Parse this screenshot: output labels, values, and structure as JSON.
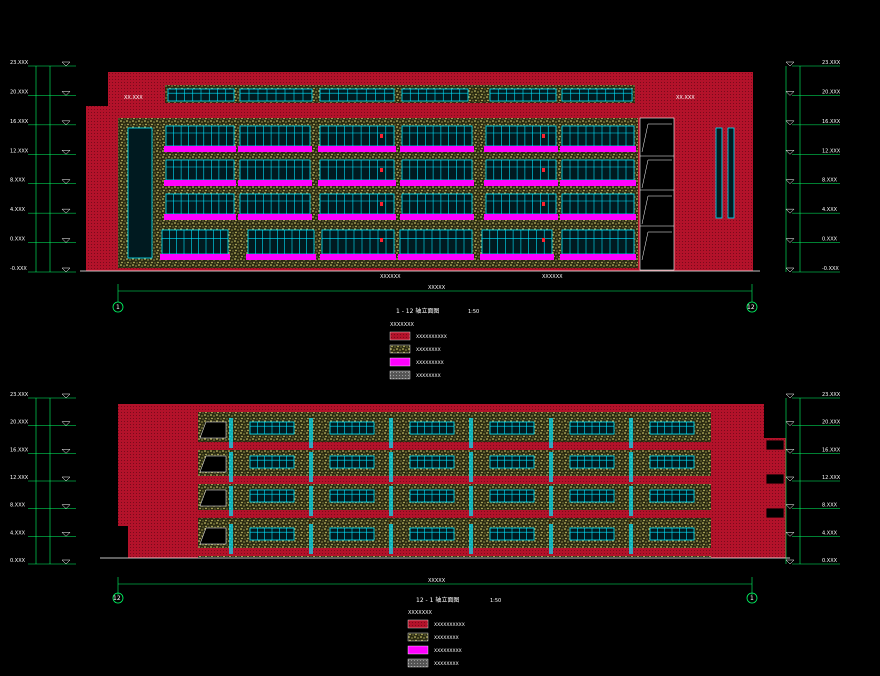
{
  "colors": {
    "background": "#000000",
    "wall_red": "#b3122a",
    "wall_red_dark": "#7a0a1b",
    "stucco_yellow": "#e8e07a",
    "glass_cyan": "#00e6ff",
    "band_magenta": "#ff00ff",
    "stone_grey": "#7a7a7a",
    "dim_green": "#00ff66",
    "dim_red": "#ff2030",
    "line_white": "#ffffff"
  },
  "top": {
    "title": "1 - 12 轴立面图",
    "scale": "1:50",
    "overall_dim": "XXXXX",
    "axis_left": "1",
    "axis_right": "12",
    "roof_label_left": "XX.XXX",
    "roof_label_right": "XX.XXX",
    "tag_left": "XXXXXX",
    "tag_right": "XXXXXX",
    "left_elevations": [
      "23.XXX",
      "20.XXX",
      "16.XXX",
      "12.XXX",
      "8.XXX",
      "4.XXX",
      "0.XXX",
      "-0.XXX"
    ],
    "right_elevations": [
      "23.XXX",
      "20.XXX",
      "16.XXX",
      "12.XXX",
      "8.XXX",
      "4.XXX",
      "0.XXX",
      "-0.XXX"
    ],
    "legend_heading": "XXXXXXX",
    "legend": [
      {
        "label": "XXXXXXXXXX"
      },
      {
        "label": "XXXXXXXX"
      },
      {
        "label": "XXXXXXXXX"
      },
      {
        "label": "XXXXXXXX"
      }
    ]
  },
  "bottom": {
    "title": "12 - 1 轴立面图",
    "scale": "1:50",
    "overall_dim": "XXXXX",
    "axis_left": "12",
    "axis_right": "1",
    "left_elevations": [
      "23.XXX",
      "20.XXX",
      "16.XXX",
      "12.XXX",
      "8.XXX",
      "4.XXX",
      "0.XXX"
    ],
    "right_elevations": [
      "23.XXX",
      "20.XXX",
      "16.XXX",
      "12.XXX",
      "8.XXX",
      "4.XXX",
      "0.XXX"
    ],
    "legend_heading": "XXXXXXX",
    "legend": [
      {
        "label": "XXXXXXXXXX"
      },
      {
        "label": "XXXXXXXX"
      },
      {
        "label": "XXXXXXXXX"
      },
      {
        "label": "XXXXXXXX"
      }
    ]
  }
}
